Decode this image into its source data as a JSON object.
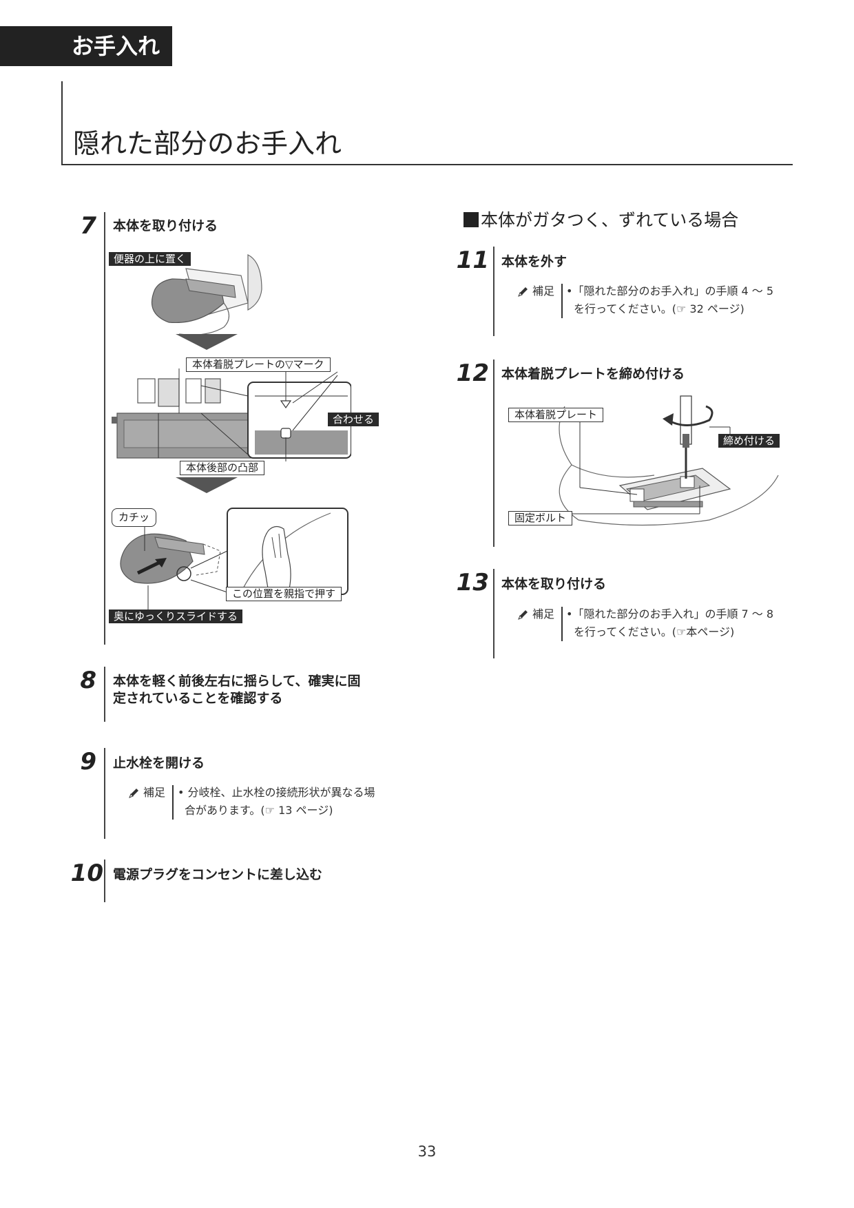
{
  "section_tab": "お手入れ",
  "page_title": "隠れた部分のお手入れ",
  "left_steps": {
    "s7": {
      "num": "7",
      "title": "本体を取り付ける"
    },
    "s8": {
      "num": "8",
      "title_l1": "本体を軽く前後左右に揺らして、確実に固",
      "title_l2": "定されていることを確認する"
    },
    "s9": {
      "num": "9",
      "title": "止水栓を開ける",
      "note_label": "補足",
      "note_l1": "• 分岐栓、止水栓の接続形状が異なる場",
      "note_l2": "合があります。(☞ 13 ページ)"
    },
    "s10": {
      "num": "10",
      "title": "電源プラグをコンセントに差し込む"
    }
  },
  "fig7": {
    "lbl_place": "便器の上に置く",
    "lbl_mark": "本体着脱プレートの▽マーク",
    "lbl_align": "合わせる",
    "lbl_bump": "本体後部の凸部",
    "lbl_click": "カチッ",
    "lbl_press": "この位置を親指で押す",
    "lbl_slide": "奥にゆっくりスライドする"
  },
  "right": {
    "sub_heading": "本体がガタつく、ずれている場合",
    "s11": {
      "num": "11",
      "title": "本体を外す",
      "note_label": "補足",
      "note_l1": "•「隠れた部分のお手入れ」の手順 4 〜 5",
      "note_l2": "を行ってください。(☞ 32 ページ)"
    },
    "s12": {
      "num": "12",
      "title": "本体着脱プレートを締め付ける",
      "lbl_plate": "本体着脱プレート",
      "lbl_tighten": "締め付ける",
      "lbl_bolt": "固定ボルト"
    },
    "s13": {
      "num": "13",
      "title": "本体を取り付ける",
      "note_label": "補足",
      "note_l1": "•「隠れた部分のお手入れ」の手順 7 〜 8",
      "note_l2": "を行ってください。(☞本ページ)"
    }
  },
  "page_number": "33",
  "icons": {
    "note": "pencil-icon",
    "arrow": "down-arrow-icon"
  }
}
